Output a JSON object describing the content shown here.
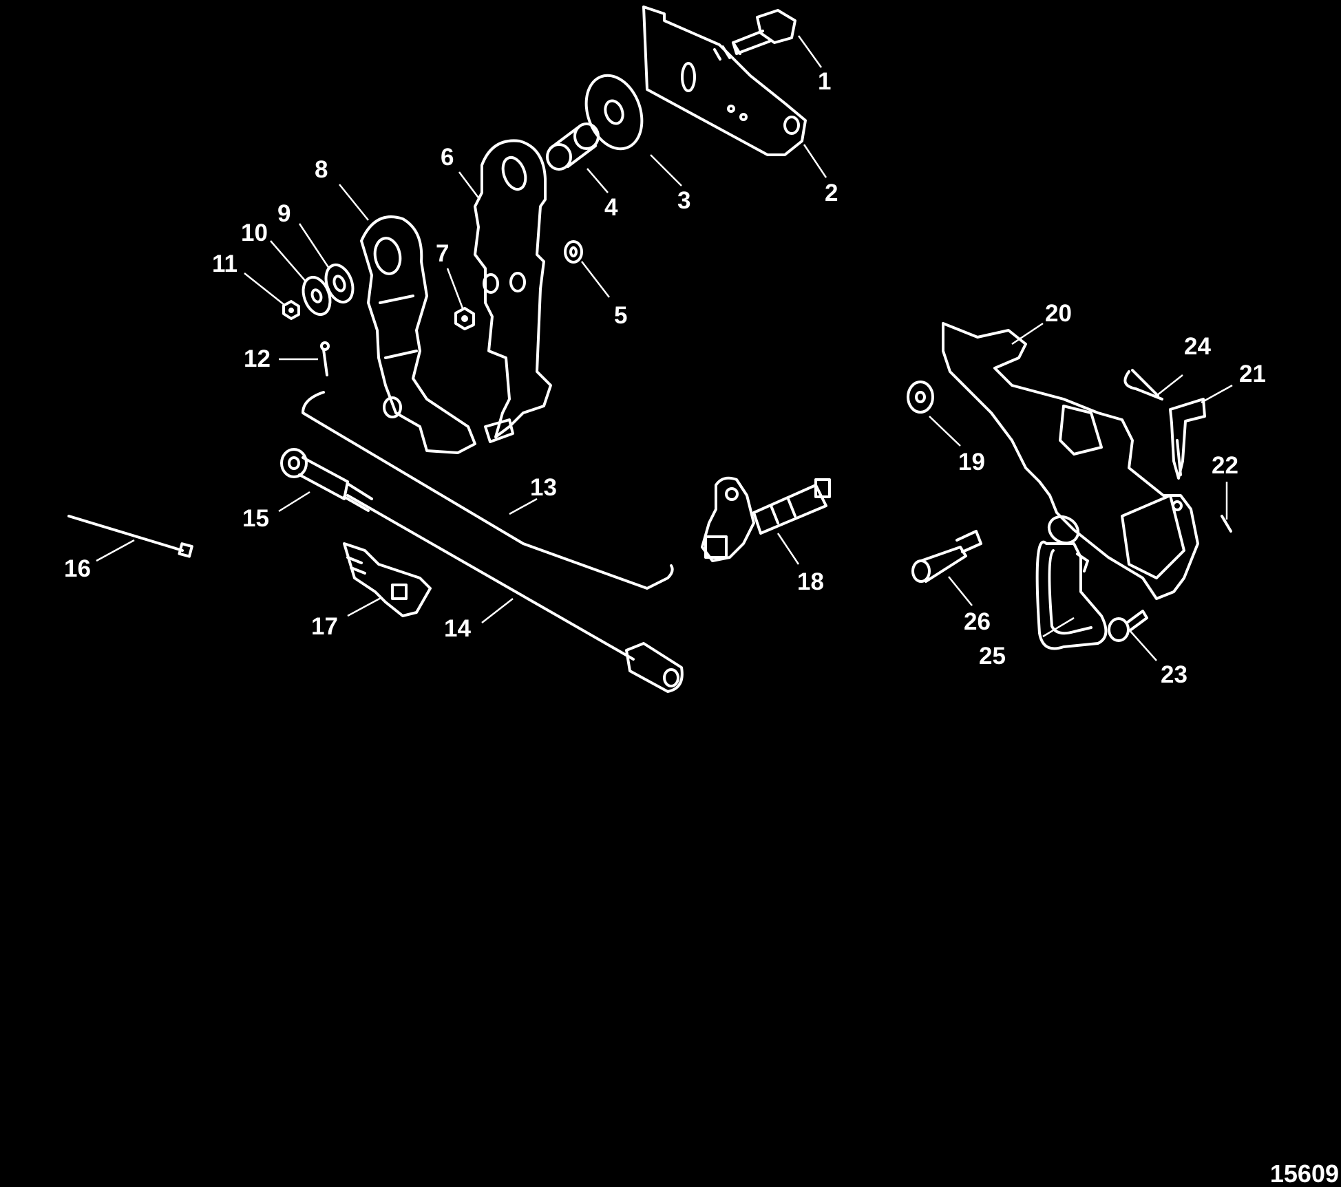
{
  "diagram": {
    "callouts": [
      "1",
      "2",
      "3",
      "4",
      "5",
      "6",
      "7",
      "8",
      "9",
      "10",
      "11",
      "12",
      "13",
      "14",
      "15",
      "16",
      "17",
      "18",
      "19",
      "20",
      "21",
      "22",
      "23",
      "24",
      "25",
      "26"
    ],
    "figure_number": "15609"
  }
}
